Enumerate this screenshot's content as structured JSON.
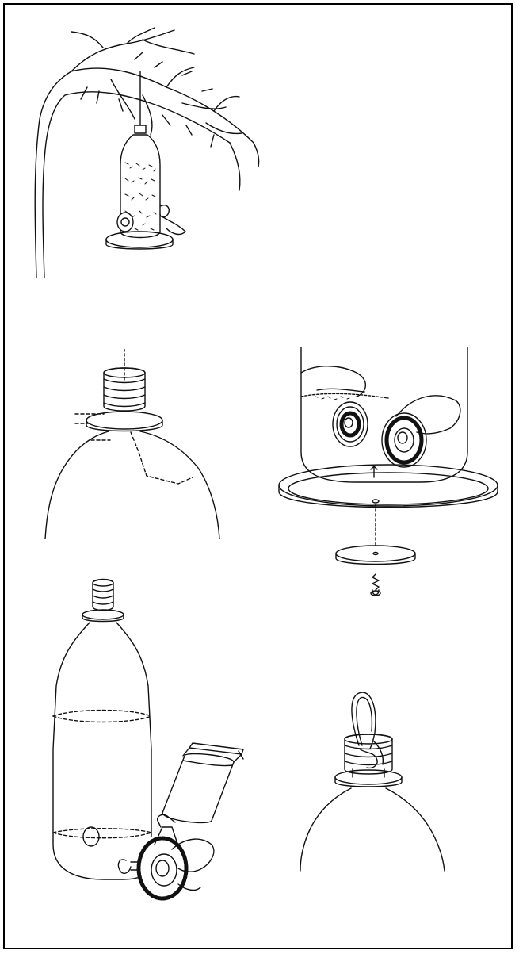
{
  "page": {
    "background": "#ffffff",
    "ink": "#111111",
    "illustrations": [
      "bird-feeder-hanging-from-branch",
      "bottle-neck-with-lid-disc",
      "feeder-tray-assembly-with-screw",
      "bottle-with-seed-level-and-glue-tube",
      "bottle-neck-with-string-loop"
    ]
  }
}
